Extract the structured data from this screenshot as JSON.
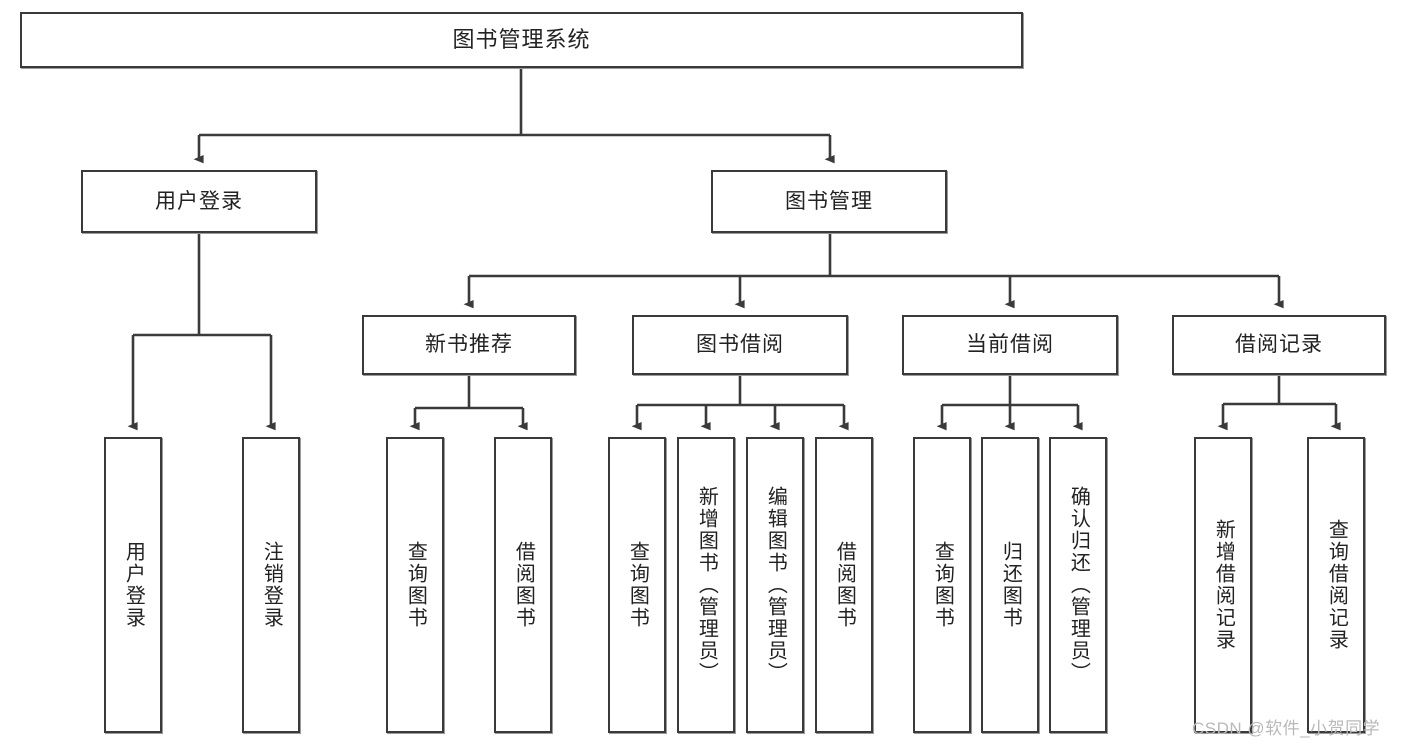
{
  "diagram": {
    "title": "图书管理系统",
    "type": "tree-hierarchy-diagram",
    "root": {
      "label": "图书管理系统"
    },
    "level2": [
      {
        "label": "用户登录"
      },
      {
        "label": "图书管理"
      }
    ],
    "level3": [
      {
        "label": "新书推荐"
      },
      {
        "label": "图书借阅"
      },
      {
        "label": "当前借阅"
      },
      {
        "label": "借阅记录"
      }
    ],
    "leaves": {
      "user_login": [
        {
          "label": "用户登录"
        },
        {
          "label": "注销登录"
        }
      ],
      "new_book_recommend": [
        {
          "label": "查询图书"
        },
        {
          "label": "借阅图书"
        }
      ],
      "book_borrow": [
        {
          "label": "查询图书"
        },
        {
          "label": "新增图书（管理员）"
        },
        {
          "label": "编辑图书（管理员）"
        },
        {
          "label": "借阅图书"
        }
      ],
      "current_borrow": [
        {
          "label": "查询图书"
        },
        {
          "label": "归还图书"
        },
        {
          "label": "确认归还（管理员）"
        }
      ],
      "borrow_records": [
        {
          "label": "新增借阅记录"
        },
        {
          "label": "查询借阅记录"
        }
      ]
    }
  },
  "watermark": {
    "text": "CSDN @软件_小贺同学"
  },
  "colors": {
    "stroke": "#3a3a3a",
    "box_fill": "#ffffff",
    "text": "#222222",
    "watermark": "#b9b9b9",
    "background": "#ffffff"
  }
}
